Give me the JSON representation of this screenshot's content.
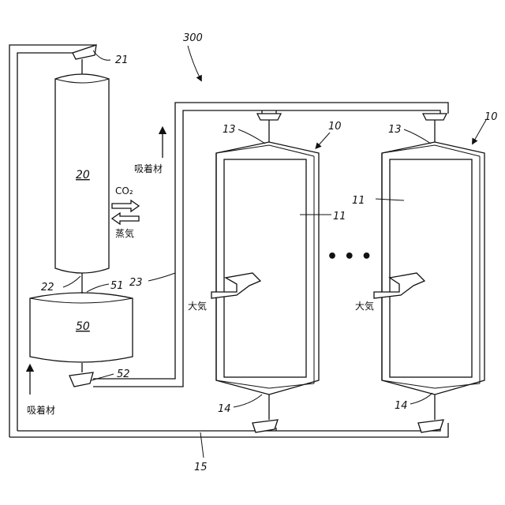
{
  "labels": {
    "system": "300",
    "reactor": "20",
    "tank": "50",
    "conduit_top_fitting": "21",
    "conduit_bottom_fitting": "22",
    "tank_top_fitting": "51",
    "tank_bottom_valve": "52",
    "outlet_pipe": "23",
    "return_pipe": "15",
    "unit_left": "10",
    "unit_right": "10",
    "bed_left": "11",
    "bed_right": "11",
    "top_fitting_left": "13",
    "top_fitting_right": "13",
    "bottom_fitting_left": "14",
    "bottom_fitting_right": "14"
  },
  "text": {
    "co2": "CO₂",
    "steam": "蒸気",
    "adsorbent_up": "吸着材",
    "adsorbent_left": "吸着材",
    "air_left": "大気",
    "air_right": "大気",
    "ellipsis": "• • •"
  }
}
